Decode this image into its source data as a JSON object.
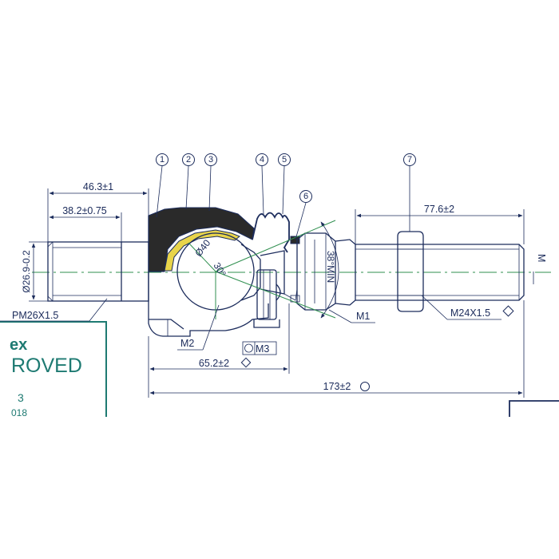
{
  "balloons": [
    "1",
    "2",
    "3",
    "4",
    "5",
    "6",
    "7"
  ],
  "dimensions": {
    "d46": "46.3±1",
    "d38": "38.2±0.75",
    "d77": "77.6±2",
    "d65": "65.2±2",
    "d173": "173±2",
    "dia269": "Ø26.9-0.2",
    "thread_left": "PM26X1.5",
    "thread_right": "M24X1.5",
    "ball": "Ø40",
    "ball_ang": "30°",
    "m1": "M1",
    "m2": "M2",
    "m3": "M3",
    "min": "38°MIN",
    "right_edge": "M"
  },
  "stamp": {
    "l1": "ex",
    "l2": "ROVED",
    "l3": "3",
    "l4": "018"
  },
  "colors": {
    "ink": "#1c2c5c",
    "centerline": "#2f8f4f",
    "bearing_fill": "#e8d44a",
    "housing_fill": "#2a2a2a",
    "stamp": "#1e7a72"
  }
}
